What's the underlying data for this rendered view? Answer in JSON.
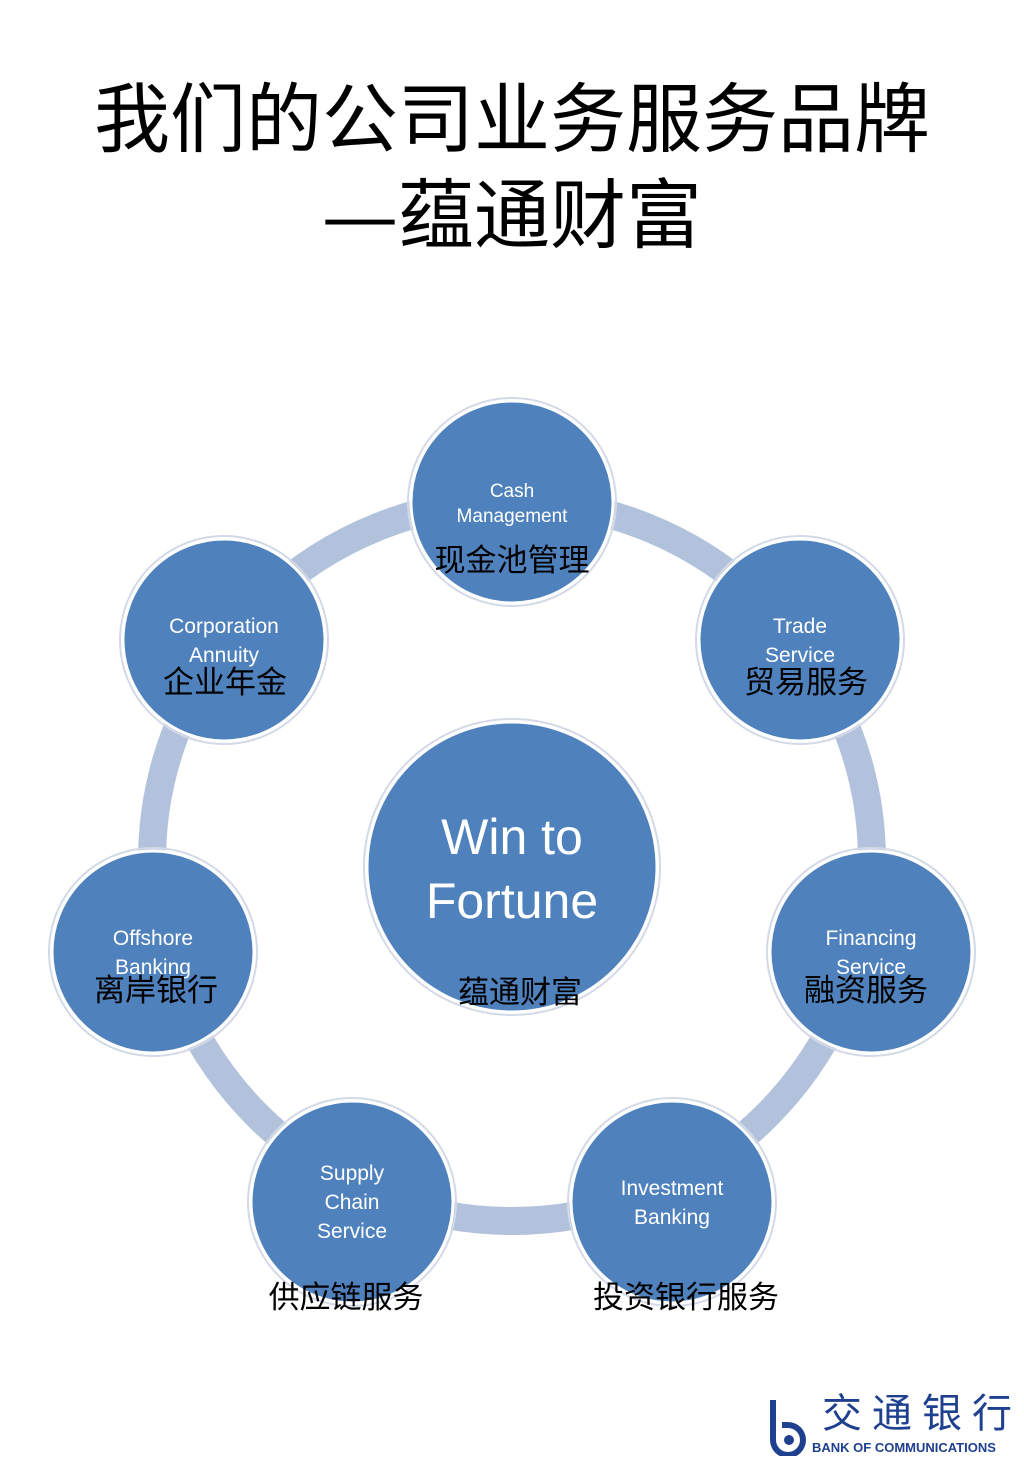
{
  "title": {
    "line1": "我们的公司业务服务品牌",
    "line2": "—蕴通财富"
  },
  "center": {
    "en_lines": [
      "Win to",
      "Fortune"
    ],
    "zh": "蕴通财富"
  },
  "nodes": [
    {
      "id": "cash-management",
      "en_lines": [
        "Cash",
        "Management"
      ],
      "zh": "现金池管理"
    },
    {
      "id": "trade-service",
      "en_lines": [
        "Trade",
        "Service"
      ],
      "zh": "贸易服务"
    },
    {
      "id": "financing-service",
      "en_lines": [
        "Financing",
        "Service"
      ],
      "zh": "融资服务"
    },
    {
      "id": "investment-banking",
      "en_lines": [
        "Investment",
        "Banking"
      ],
      "zh": "投资银行服务"
    },
    {
      "id": "supply-chain-service",
      "en_lines": [
        "Supply",
        "Chain",
        "Service"
      ],
      "zh": "供应链服务"
    },
    {
      "id": "offshore-banking",
      "en_lines": [
        "Offshore",
        "Banking"
      ],
      "zh": "离岸银行"
    },
    {
      "id": "corporation-annuity",
      "en_lines": [
        "Corporation",
        "Annuity"
      ],
      "zh": "企业年金"
    }
  ],
  "colors": {
    "node_fill": "#4f81bd",
    "ring": "#b3c2dc",
    "logo": "#1f3f8f"
  },
  "logo": {
    "zh": "交通银行",
    "en": "BANK OF COMMUNICATIONS",
    "icon": "bank-of-communications-logo-icon"
  }
}
